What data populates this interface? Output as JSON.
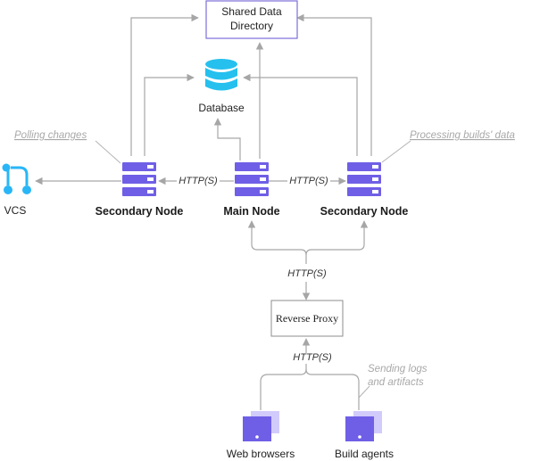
{
  "nodes": {
    "shared_data_directory": {
      "line1": "Shared Data",
      "line2": "Directory"
    },
    "database": {
      "label": "Database"
    },
    "main_node": {
      "label": "Main Node"
    },
    "secondary_node_left": {
      "label": "Secondary Node"
    },
    "secondary_node_right": {
      "label": "Secondary Node"
    },
    "vcs": {
      "label": "VCS"
    },
    "reverse_proxy": {
      "label": "Reverse Proxy"
    },
    "web_browsers": {
      "label": "Web browsers"
    },
    "build_agents": {
      "label": "Build agents"
    }
  },
  "edge_labels": {
    "main_to_left": "HTTP(S)",
    "main_to_right": "HTTP(S)",
    "proxy_to_nodes": "HTTP(S)",
    "clients_to_proxy": "HTTP(S)"
  },
  "annotations": {
    "polling_changes": "Polling changes",
    "processing_builds_data": "Processing builds' data",
    "sending_logs_line1": "Sending logs",
    "sending_logs_line2": "and artifacts"
  },
  "colors": {
    "server_purple": "#6f5fe6",
    "vcs_blue": "#29b6f6",
    "database_blue": "#25c0ee",
    "device_purple": "#6f5fe6",
    "device_back": "#d1cbfb",
    "edge_gray": "#a6a6a6",
    "box_border_purple": "#7b6fd9"
  },
  "icons": {
    "server": "server-rack-icon",
    "database": "database-cylinder-icon",
    "vcs": "branch-fork-icon",
    "device": "monitor-icon"
  }
}
